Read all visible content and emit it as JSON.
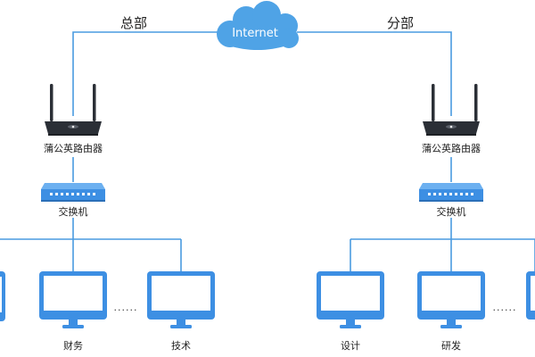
{
  "internet": {
    "label": "Internet"
  },
  "sites": {
    "hq": {
      "label": "总部",
      "router_label": "蒲公英路由器",
      "switch_label": "交换机"
    },
    "branch": {
      "label": "分部",
      "router_label": "蒲公英路由器",
      "switch_label": "交换机"
    }
  },
  "computers": {
    "hq_1": "财务",
    "hq_2": "技术",
    "branch_1": "设计",
    "branch_2": "研发"
  },
  "ellipsis": "......",
  "colors": {
    "wire": "#4a9be0",
    "device_blue": "#3d8fe3",
    "router_body": "#2b2f36",
    "cloud": "#4fa3e6"
  },
  "icons": {
    "cloud": "cloud-icon",
    "router": "router-icon",
    "switch": "switch-icon",
    "computer": "monitor-icon"
  }
}
